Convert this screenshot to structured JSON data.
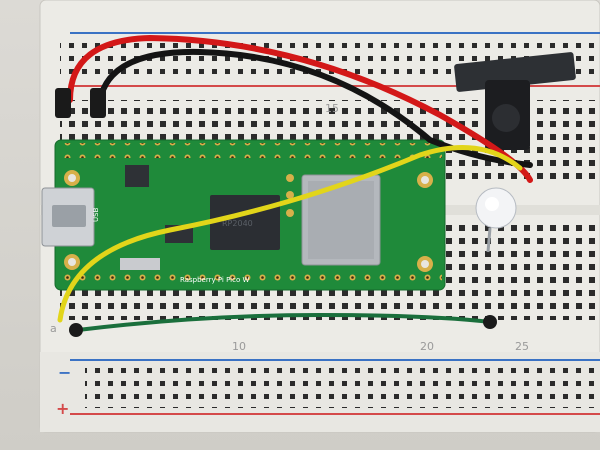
{
  "breadboard": {
    "column_labels": [
      "15",
      "20",
      "25",
      "10"
    ],
    "row_label_a": "a",
    "rail_minus": "−",
    "rail_plus": "+"
  },
  "pico": {
    "label": "Raspberry Pi Pico W",
    "usb_label": "USB",
    "chip_label": "RP2040"
  },
  "colors": {
    "board": "#ecebe6",
    "rail_red": "#d44a4a",
    "rail_blue": "#3a72c4",
    "pcb": "#1f8a3a",
    "wire_red": "#d31818",
    "wire_black": "#141414",
    "wire_yellow": "#e2d51a",
    "wire_green": "#1a6f3c"
  }
}
